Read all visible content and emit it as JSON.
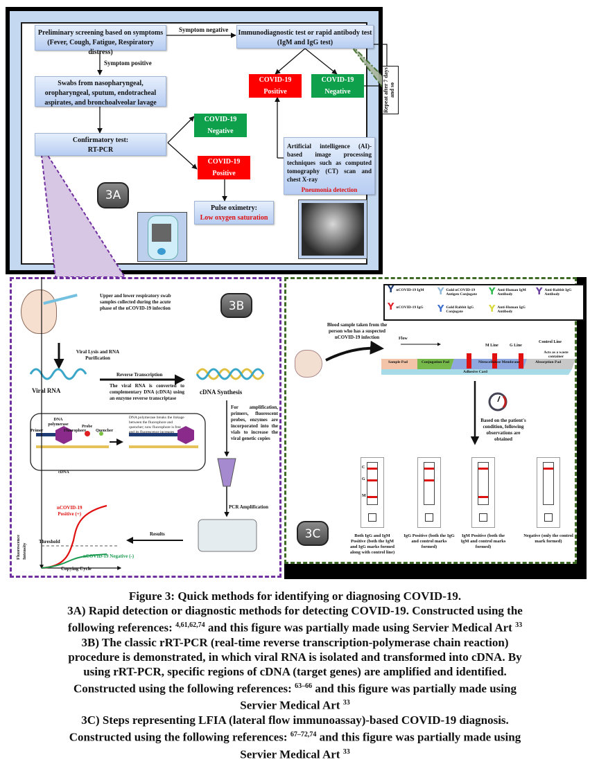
{
  "panel_3a": {
    "badge": "3A",
    "screening_line1": "Preliminary screening based on symptoms",
    "screening_line2": "(Fever, Cough, Fatigue, Respiratory distress)",
    "symptom_negative": "Symptom negative",
    "symptom_positive": "Symptom positive",
    "immuno_line1": "Immunodiagnostic test or rapid antibody test",
    "immuno_line2": "(IgM and IgG test)",
    "repeat_note": "Repeat after 7 days and so",
    "swabs_text": "Swabs from nasopharyngeal, oropharyngeal, sputum, endotracheal aspirates, and bronchoalveolar lavage",
    "confirm_line1": "Confirmatory test:",
    "confirm_line2": "RT-PCR",
    "covid_label": "COVID-19",
    "positive": "Positive",
    "negative": "Negative",
    "pulse_title": "Pulse oximetry:",
    "pulse_result": "Low oxygen saturation",
    "ai_text": "Artificial intelligence (AI)-based image processing techniques such as computed tomography (CT) scan and chest X-ray",
    "ai_result": "Pneumonia detection",
    "colors": {
      "positive": "#ff0000",
      "negative": "#0fa04b",
      "box": "#c7d8f4"
    }
  },
  "panel_3b": {
    "badge": "3B",
    "swab_text": "Upper and lower respiratory swab samples collected during the acute phase of the nCOVID-19 infection",
    "lysis_text": "Viral Lysis and RNA Purification",
    "viral_rna": "Viral RNA",
    "reverse_transcription": "Reverse Transcription",
    "rt_desc": "The viral RNA is converted to complementary DNA (cDNA) using an enzyme reverse transcriptase",
    "cdna_synthesis": "cDNA Synthesis",
    "amplification_desc": "For amplification, primers, fluorescent probes, enzymes are incorporated into the vials to increase the viral genetic copies",
    "dna_polymerase": "DNA polymerase",
    "probe": "Probe",
    "fluorophore": "Fluorophore",
    "quencher": "Quencher",
    "primer": "Primer",
    "cdna": "cDNA",
    "break_desc": "DNA polymerase breaks the linkage between the fluorophore and quencher; now fluorophore is free and its fluorescence increases",
    "pcr_amplification": "PCR Amplification",
    "results": "Results",
    "chart": {
      "ylabel": "Fluorescence Intensity",
      "xlabel": "Copying Cycle",
      "threshold": "Threshold",
      "positive_label_1": "nCOVID-19",
      "positive_label_2": "Positive (+)",
      "negative_label": "nCOVID-19 Negative (-)"
    }
  },
  "panel_3c": {
    "badge": "3C",
    "legend": [
      {
        "label": "nCOVID-19 IgM",
        "color": "#1f3b73"
      },
      {
        "label": "Gold nCOVID-19 Antigen Conjugate",
        "color": "#8fb8d8"
      },
      {
        "label": "Anti-Human IgM Antibody",
        "color": "#2db84a"
      },
      {
        "label": "Anti-Rabbit IgG Antibody",
        "color": "#6a3fa0"
      },
      {
        "label": "nCOVID-19 IgG",
        "color": "#e0202a"
      },
      {
        "label": "Gold Rabbit IgG Conjugate",
        "color": "#3c6fd0"
      },
      {
        "label": "Anti-Human IgG Antibody",
        "color": "#d8d83a"
      }
    ],
    "blood_text": "Blood sample taken from the person who has a suspected nCOVID-19 infection",
    "flow": "Flow",
    "m_line": "M Line",
    "g_line": "G Line",
    "control_line": "Control Line",
    "sample_pad": "Sample Pad",
    "conjugation_pad": "Conjugation Pad",
    "membrane": "Nitrocellulose Membrane",
    "absorption_pad": "Absorption Pad",
    "waste_note": "Acts as a waste container",
    "adhesive_card": "Adhesive Card",
    "observation_text": "Based on the patient's condition, following observations are obtained",
    "strip_letters": [
      "C",
      "G",
      "M"
    ],
    "results": [
      {
        "label": "Both IgG and IgM Positive (both the IgM and IgG marks formed along with control line)",
        "lines": [
          "C",
          "G",
          "M"
        ]
      },
      {
        "label": "IgG Positive (both the IgG and control marks formed)",
        "lines": [
          "C",
          "G"
        ]
      },
      {
        "label": "IgM Positive (both the IgM and control marks formed)",
        "lines": [
          "C",
          "M"
        ]
      },
      {
        "label": "Negative (only the control mark formed)",
        "lines": [
          "C"
        ]
      }
    ]
  },
  "caption": {
    "title": "Figure 3: Quick methods for identifying or diagnosing COVID-19.",
    "a_line1": "3A) Rapid detection or diagnostic methods for detecting COVID-19. Constructed using the",
    "a_line2_pre": "following references: ",
    "a_refs": "4,61,62,74",
    "a_line2_post": " and this figure was partially made using Servier Medical Art ",
    "art_ref": "33",
    "b_line1": "3B) The classic rRT-PCR (real-time reverse transcription-polymerase chain reaction)",
    "b_line2": "procedure is demonstrated, in which viral RNA is isolated and transformed into cDNA. By",
    "b_line3": "using rRT-PCR, specific regions of cDNA (target genes) are amplified and identified.",
    "b_line4_pre": "Constructed using the following references: ",
    "b_refs": "63–66",
    "b_line4_post": " and this figure was partially made using",
    "servier": "Servier Medical Art ",
    "c_line1": "3C) Steps representing LFIA (lateral flow immunoassay)-based COVID-19 diagnosis.",
    "c_line2_pre": "Constructed using the following references: ",
    "c_refs": "67–72,74",
    "c_line2_post": " and this figure was partially made using"
  }
}
